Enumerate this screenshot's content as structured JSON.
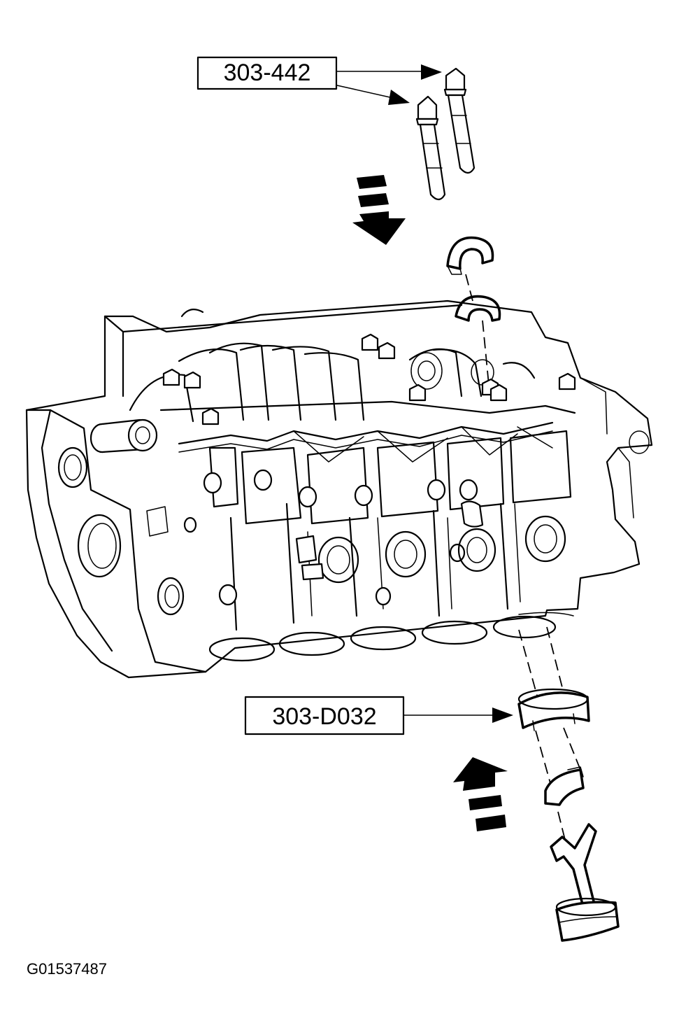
{
  "labels": {
    "tool_top": "303-442",
    "tool_bottom": "303-D032",
    "figure_id": "G01537487"
  },
  "colors": {
    "ink": "#000000",
    "paper": "#ffffff"
  }
}
